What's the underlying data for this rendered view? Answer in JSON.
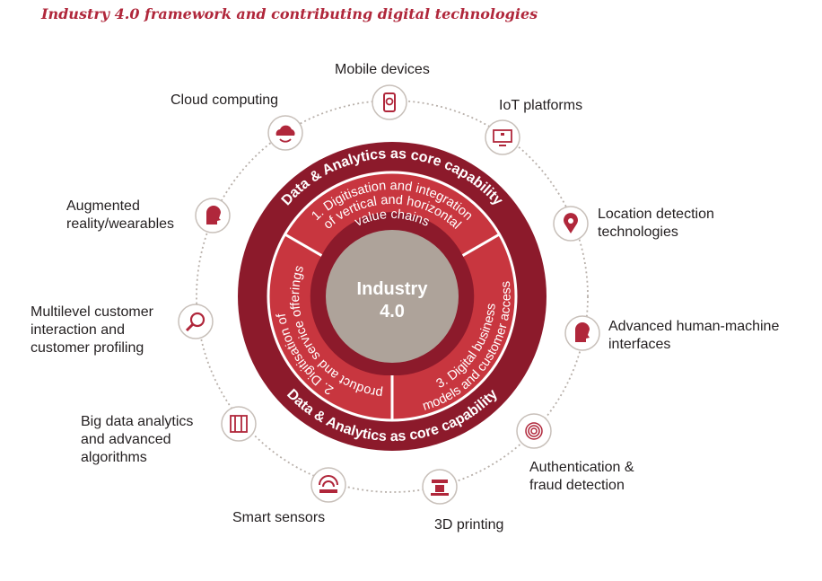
{
  "title": "Industry 4.0 framework and contributing digital technologies",
  "colors": {
    "accent": "#b0273b",
    "ring": "#8c1a2b",
    "segment": "#c8363f",
    "core": "#aea39a",
    "dotted": "#b9b1ab"
  },
  "ring_text": "Data & Analytics as core capability",
  "segments": [
    {
      "line1": "1. Digitisation and integration",
      "line2": "of vertical and horizontal",
      "line3": "value chains"
    },
    {
      "line1": "2. Digitisation of",
      "line2": "product and service offerings"
    },
    {
      "line1": "3. Digital business",
      "line2": "models and customer access"
    }
  ],
  "core": {
    "line1": "Industry",
    "line2": "4.0"
  },
  "technologies": [
    {
      "label": "Mobile devices",
      "icon": "mobile-gear-icon"
    },
    {
      "label": "IoT platforms",
      "icon": "iot-monitor-icon"
    },
    {
      "label": "Location detection\ntechnologies",
      "icon": "location-pin-icon"
    },
    {
      "label": "Advanced human-machine\ninterfaces",
      "icon": "hmi-head-icon"
    },
    {
      "label": "Authentication &\nfraud detection",
      "icon": "fingerprint-icon"
    },
    {
      "label": "3D printing",
      "icon": "3d-printer-icon"
    },
    {
      "label": "Smart sensors",
      "icon": "sensor-icon"
    },
    {
      "label": "Big data analytics\nand advanced\nalgorithms",
      "icon": "big-data-icon"
    },
    {
      "label": "Multilevel customer\ninteraction and\ncustomer profiling",
      "icon": "customer-search-icon"
    },
    {
      "label": "Augmented\nreality/wearables",
      "icon": "ar-head-icon"
    },
    {
      "label": "Cloud computing",
      "icon": "cloud-icon"
    }
  ]
}
